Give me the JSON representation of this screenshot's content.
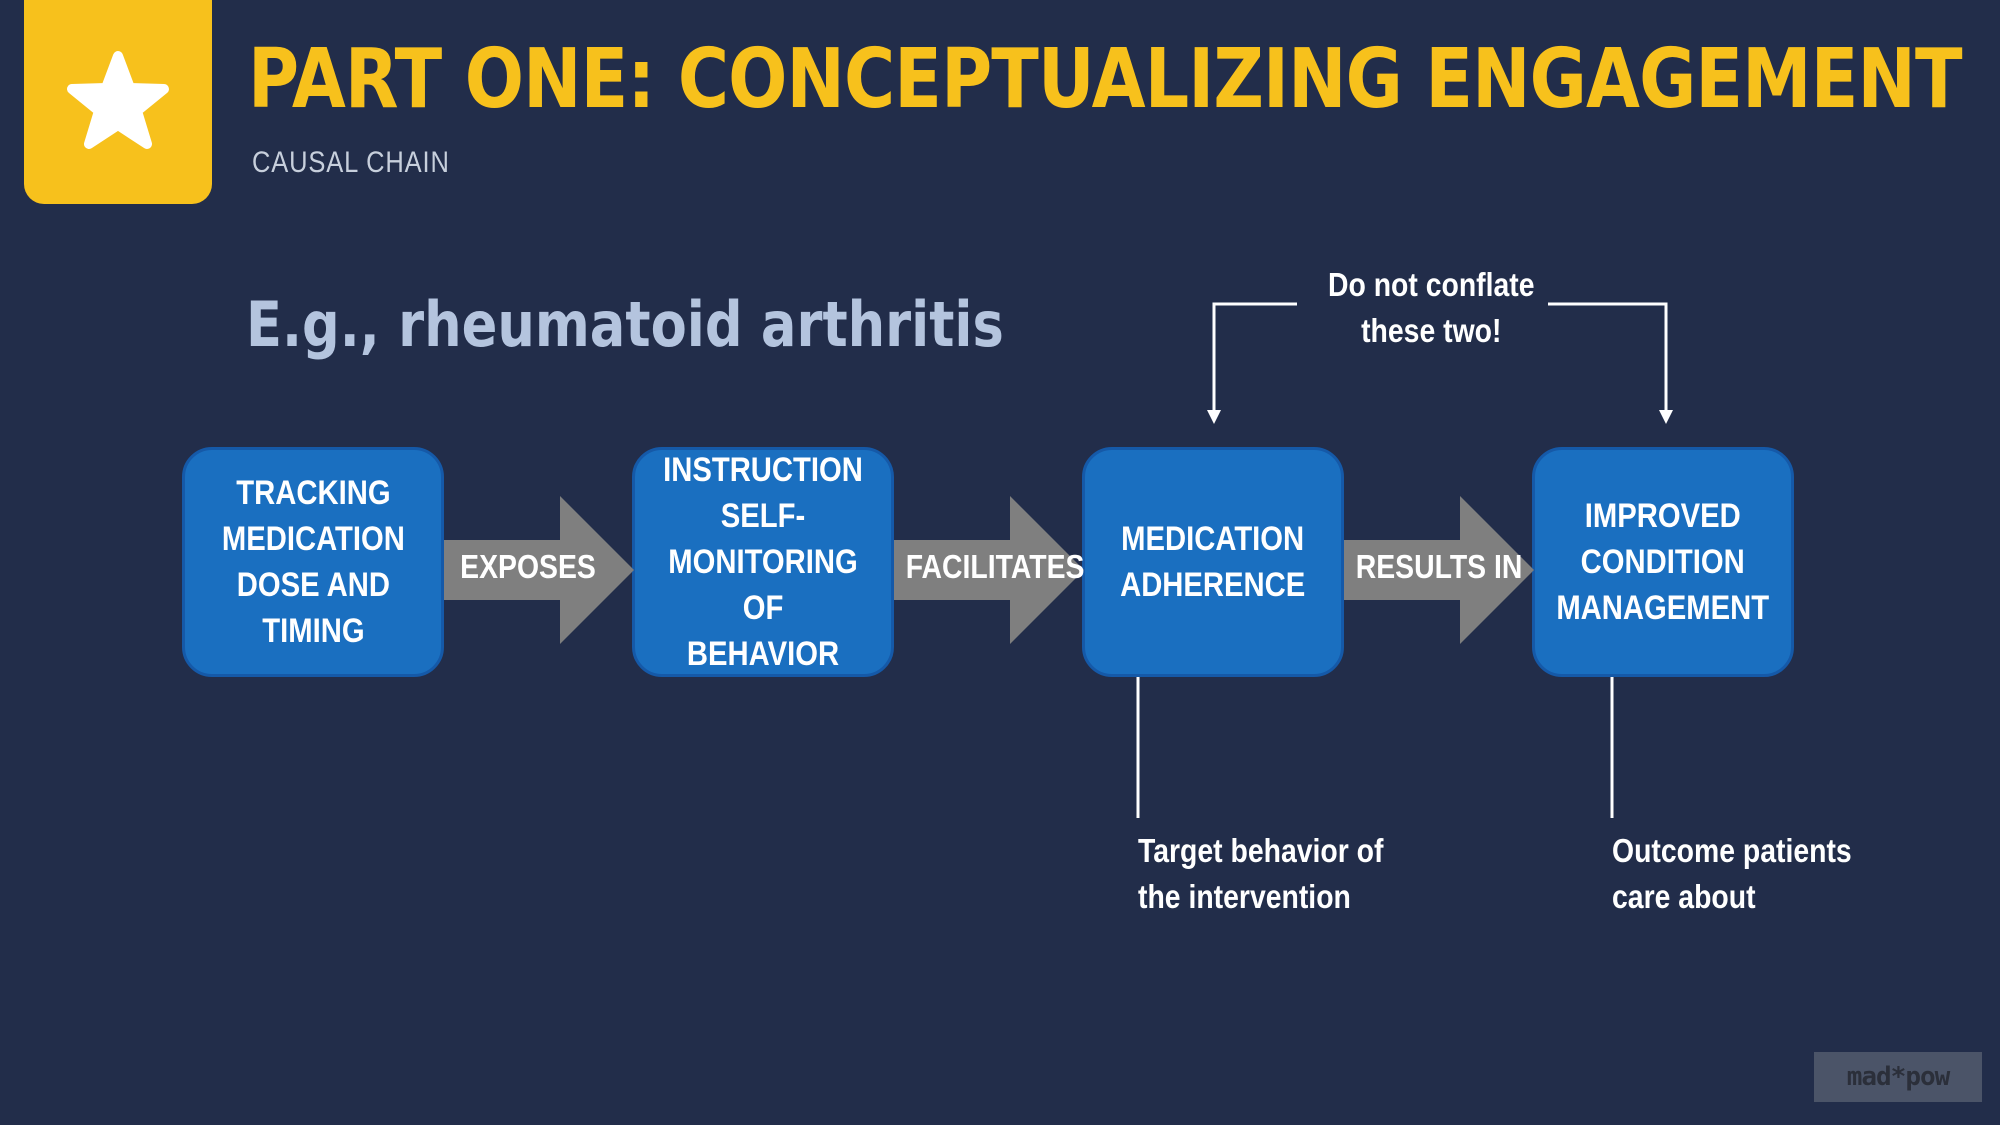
{
  "header": {
    "title": "PART ONE: CONCEPTUALIZING ENGAGEMENT",
    "subtitle": "CAUSAL CHAIN",
    "badge_icon": "star-icon"
  },
  "example_label": "E.g., rheumatoid arthritis",
  "chain": {
    "steps": [
      "TRACKING\nMEDICATION\nDOSE AND\nTIMING",
      "INSTRUCTION\nSELF-\nMONITORING  OF\nBEHAVIOR",
      "MEDICATION\nADHERENCE",
      "IMPROVED\nCONDITION\nMANAGEMENT"
    ],
    "connectors": [
      "EXPOSES",
      "FACILITATES",
      "RESULTS IN"
    ]
  },
  "notes": {
    "conflate": "Do not conflate\nthese two!",
    "target": "Target behavior of\nthe intervention",
    "outcome": "Outcome patients\ncare about"
  },
  "logo_text": "mad*pow",
  "colors": {
    "background": "#222d4a",
    "accent": "#f7c11c",
    "box": "#1a6fc0",
    "arrow": "#7f7f7f"
  }
}
